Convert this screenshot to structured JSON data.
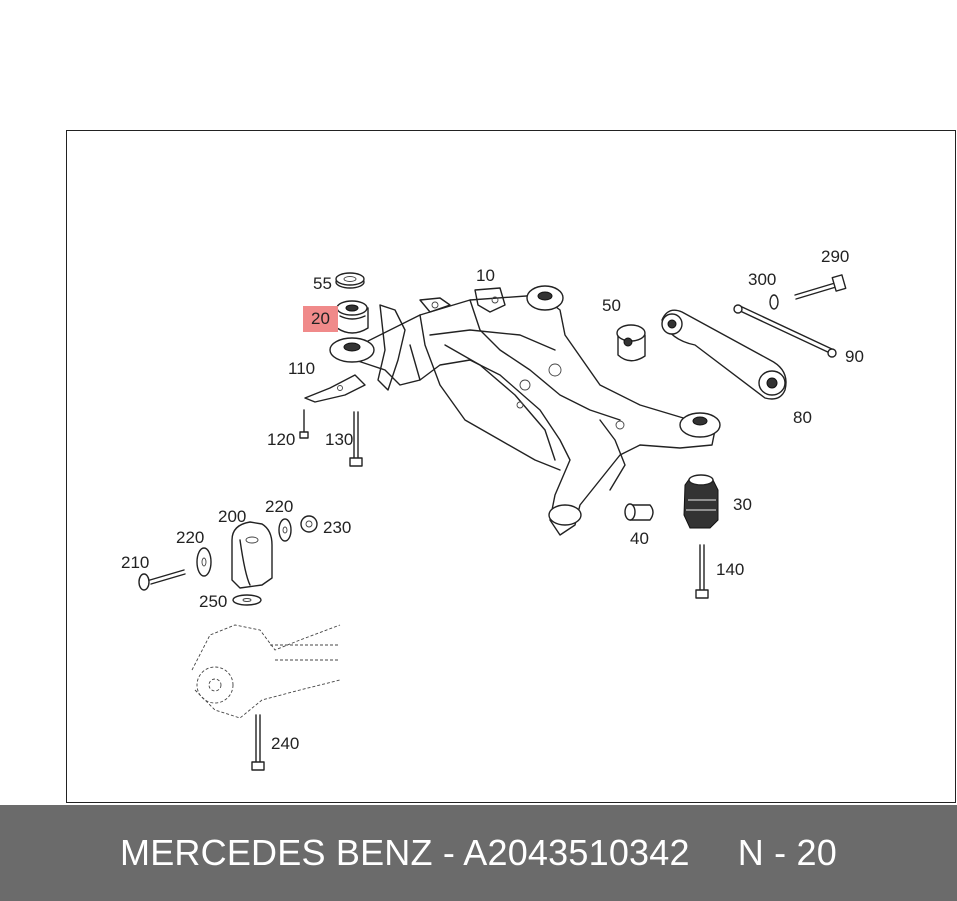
{
  "diagram": {
    "callouts": [
      {
        "id": "10",
        "text": "10"
      },
      {
        "id": "20",
        "text": "20"
      },
      {
        "id": "30",
        "text": "30"
      },
      {
        "id": "40",
        "text": "40"
      },
      {
        "id": "50",
        "text": "50"
      },
      {
        "id": "55",
        "text": "55"
      },
      {
        "id": "80",
        "text": "80"
      },
      {
        "id": "90",
        "text": "90"
      },
      {
        "id": "110",
        "text": "110"
      },
      {
        "id": "120",
        "text": "120"
      },
      {
        "id": "130",
        "text": "130"
      },
      {
        "id": "140",
        "text": "140"
      },
      {
        "id": "200",
        "text": "200"
      },
      {
        "id": "210",
        "text": "210"
      },
      {
        "id": "220a",
        "text": "220"
      },
      {
        "id": "220b",
        "text": "220"
      },
      {
        "id": "230",
        "text": "230"
      },
      {
        "id": "240",
        "text": "240"
      },
      {
        "id": "250",
        "text": "250"
      },
      {
        "id": "290",
        "text": "290"
      },
      {
        "id": "300",
        "text": "300"
      }
    ],
    "highlight_color": "#f08a8a"
  },
  "footer": {
    "brand": "MERCEDES BENZ - A2043510342",
    "position": "N - 20",
    "background": "#6b6b6b"
  }
}
